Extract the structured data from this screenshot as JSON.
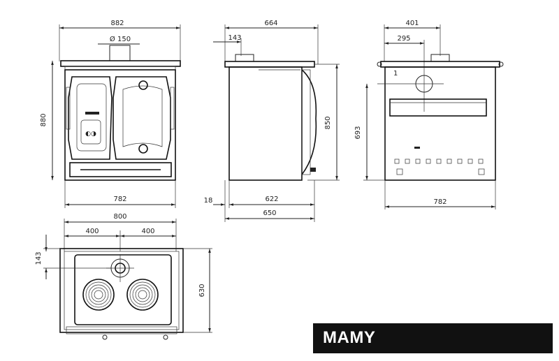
{
  "title": "MAMY",
  "front_view": {
    "width_top": "882",
    "flue_diameter": "Ø 150",
    "height_total": "880",
    "width_body": "782"
  },
  "side_view": {
    "depth_top": "664",
    "flue_offset": "143",
    "height_body": "850",
    "front_projection": "18",
    "depth_body": "622",
    "depth_total": "650"
  },
  "rear_view": {
    "flue_center": "401",
    "flue_left": "295",
    "flue_height": "693",
    "width": "782",
    "marker": "1"
  },
  "top_view": {
    "width": "800",
    "half_left": "400",
    "half_right": "400",
    "flue_offset": "143",
    "depth": "630"
  }
}
